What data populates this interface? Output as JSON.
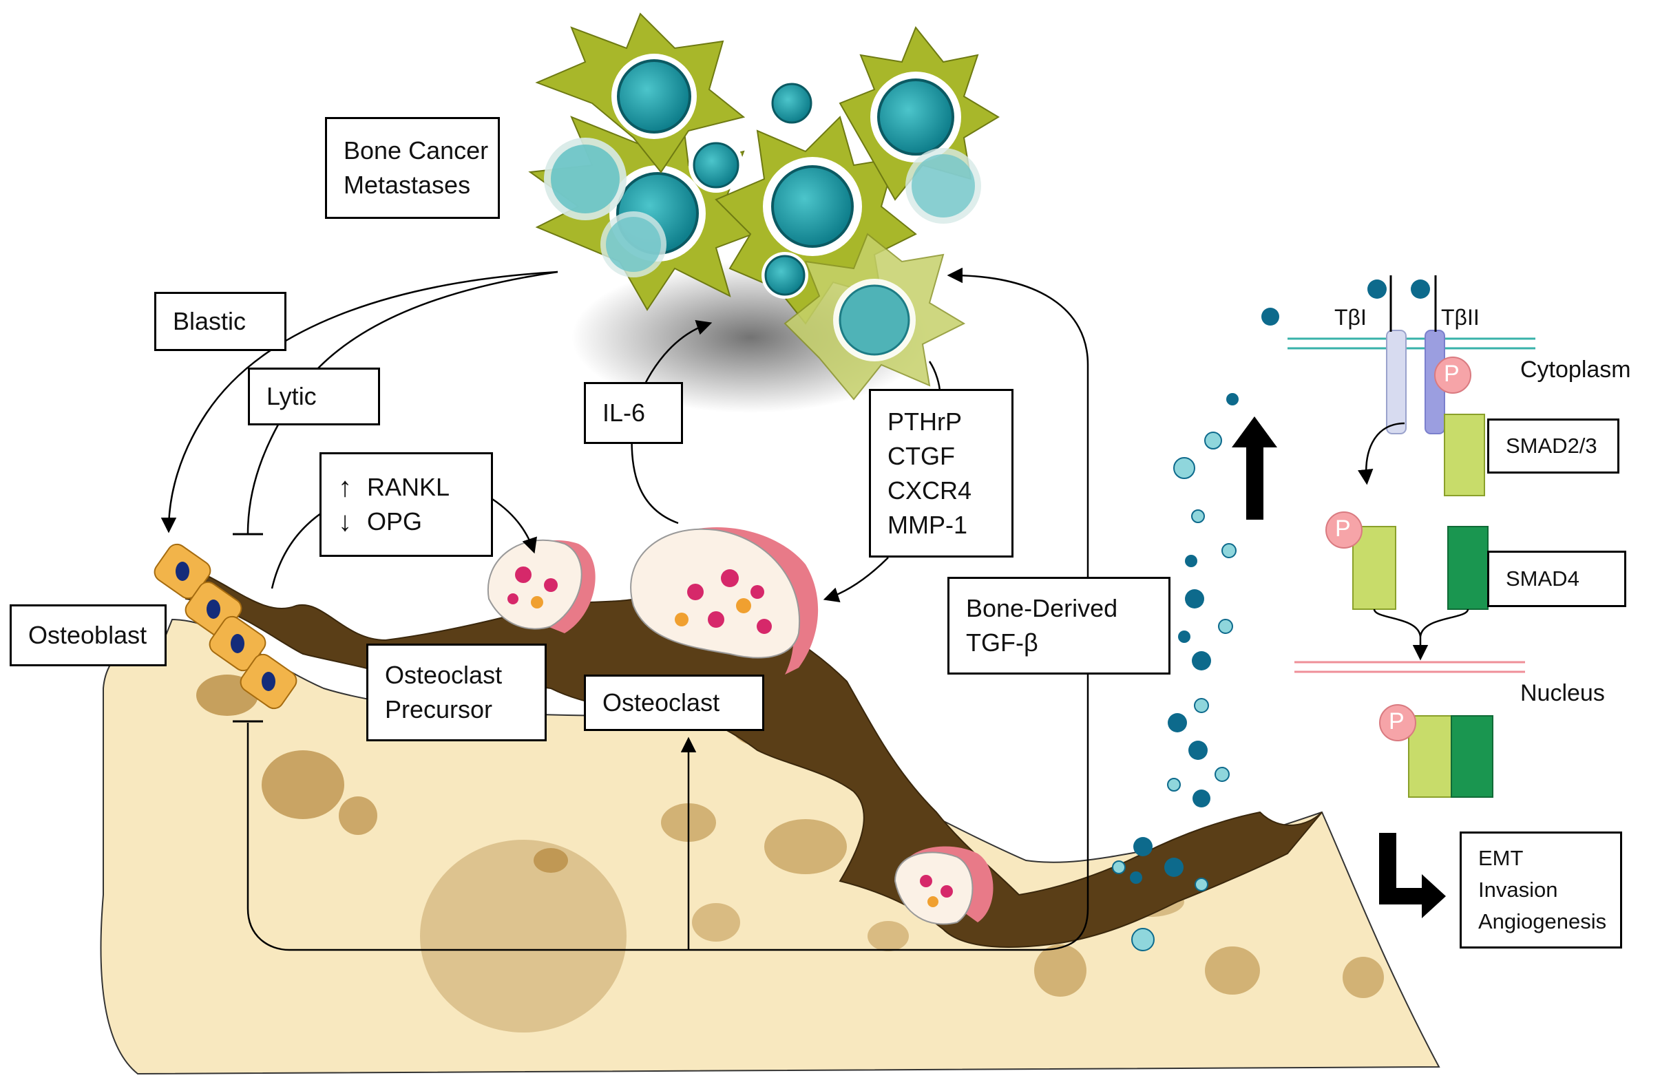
{
  "labels": {
    "bone_cancer": [
      "Bone Cancer",
      "Metastases"
    ],
    "blastic": "Blastic",
    "lytic": "Lytic",
    "il6": "IL-6",
    "rankl": "RANKL",
    "opg": "OPG",
    "factors": [
      "PTHrP",
      "CTGF",
      "CXCR4",
      "MMP-1"
    ],
    "tgf": [
      "Bone-Derived",
      "TGF-β"
    ],
    "osteoblast": "Osteoblast",
    "osteoclast_precursor": [
      "Osteoclast",
      "Precursor"
    ],
    "osteoclast": "Osteoclast",
    "smad23": "SMAD2/3",
    "smad4": "SMAD4",
    "emt": [
      "EMT",
      "Invasion",
      "Angiogenesis"
    ],
    "cytoplasm": "Cytoplasm",
    "nucleus": "Nucleus",
    "tb1": "TβI",
    "tb2": "TβII",
    "phospho": "P"
  },
  "colors": {
    "bone": "#f8e8bf",
    "bone_dark": "#c9a86b",
    "matrix": "#5a3e17",
    "tumor_cell": "#a8b72a",
    "tumor_nucleus": "#1f9ea8",
    "osteoblast": "#f2b44a",
    "osteoclast_body": "#fbf1e6",
    "osteoclast_rim": "#e87a88",
    "granule": "#d6286a",
    "tgf_dot": "#0d6a8c",
    "tgf_dot_light": "#8fd6dc",
    "membrane": "#38b2aa",
    "nuclear_membrane": "#ef8f98",
    "smad23": "#c8dc6a",
    "smad4": "#1a9650",
    "phospho": "#f6a4a8"
  }
}
